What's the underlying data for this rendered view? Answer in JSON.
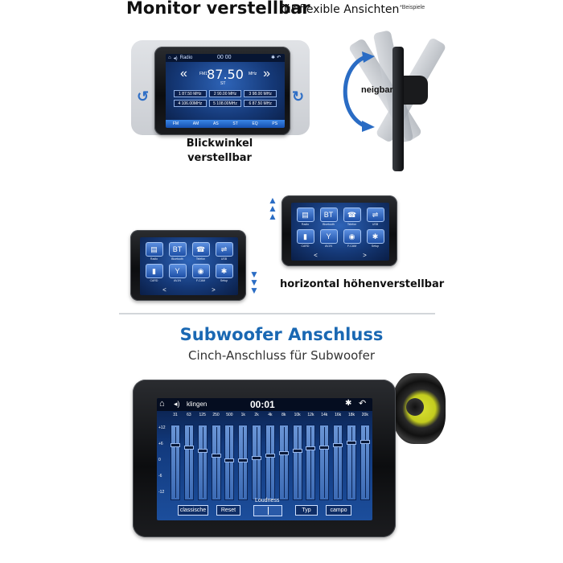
{
  "header": {
    "title": "Monitor verstellbar",
    "subtitle": "für flexible Ansichten",
    "note": "*Beispiele"
  },
  "radio": {
    "source": "Radio",
    "clock": "00 00",
    "band_label": "FM1",
    "unit": "MHz",
    "frequency": "87.50",
    "st": "ST",
    "presets": [
      "1 87.50 MHz",
      "2 90.00 MHz",
      "3 98.00 MHz",
      "4 106.00MHz",
      "5 108.00MHz",
      "6 87.50 MHz"
    ],
    "bottom_buttons": [
      "FM",
      "AM",
      "AS",
      "ST",
      "EQ",
      "PS"
    ]
  },
  "captions": {
    "blickwinkel_line1": "Blickwinkel",
    "blickwinkel_line2": "verstellbar",
    "neigbar": "neigbar",
    "horizontal": "horizontal höhenverstellbar"
  },
  "menu": {
    "items": [
      {
        "label": "Radio",
        "icon": "radio-icon",
        "glyph": "▤"
      },
      {
        "label": "Bluetooth",
        "icon": "bluetooth-icon",
        "glyph": "BT"
      },
      {
        "label": "Telefon",
        "icon": "phone-icon",
        "glyph": "☎"
      },
      {
        "label": "USB",
        "icon": "usb-icon",
        "glyph": "⇌"
      },
      {
        "label": "CARD",
        "icon": "sd-card-icon",
        "glyph": "▮"
      },
      {
        "label": "AV-IN",
        "icon": "av-in-icon",
        "glyph": "Y"
      },
      {
        "label": "F-CAM",
        "icon": "camera-icon",
        "glyph": "◉"
      },
      {
        "label": "Setup",
        "icon": "gear-icon",
        "glyph": "✱"
      }
    ],
    "nav_left": "<",
    "nav_right": ">"
  },
  "subwoofer": {
    "title": "Subwoofer Anschluss",
    "subtitle": "Cinch-Anschluss für Subwoofer"
  },
  "eq": {
    "mode": "klingen",
    "time": "00:01",
    "bands": [
      "31",
      "63",
      "125",
      "250",
      "500",
      "1k",
      "2k",
      "4k",
      "8k",
      "10k",
      "12k",
      "14k",
      "16k",
      "18k",
      "20k"
    ],
    "levels": [
      0.25,
      0.28,
      0.33,
      0.4,
      0.47,
      0.47,
      0.43,
      0.4,
      0.36,
      0.33,
      0.3,
      0.28,
      0.25,
      0.22,
      0.2
    ],
    "scale": [
      "+12",
      "+6",
      "0",
      "-6",
      "-12"
    ],
    "buttons": {
      "classic": "classische",
      "reset": "Reset",
      "loudness": "Loudness",
      "type": "Typ",
      "campo": "campo"
    }
  },
  "colors": {
    "accent_blue": "#1a68b3",
    "arrow_blue": "#2a6cc4",
    "screen_blue": "#1d4fa6"
  }
}
